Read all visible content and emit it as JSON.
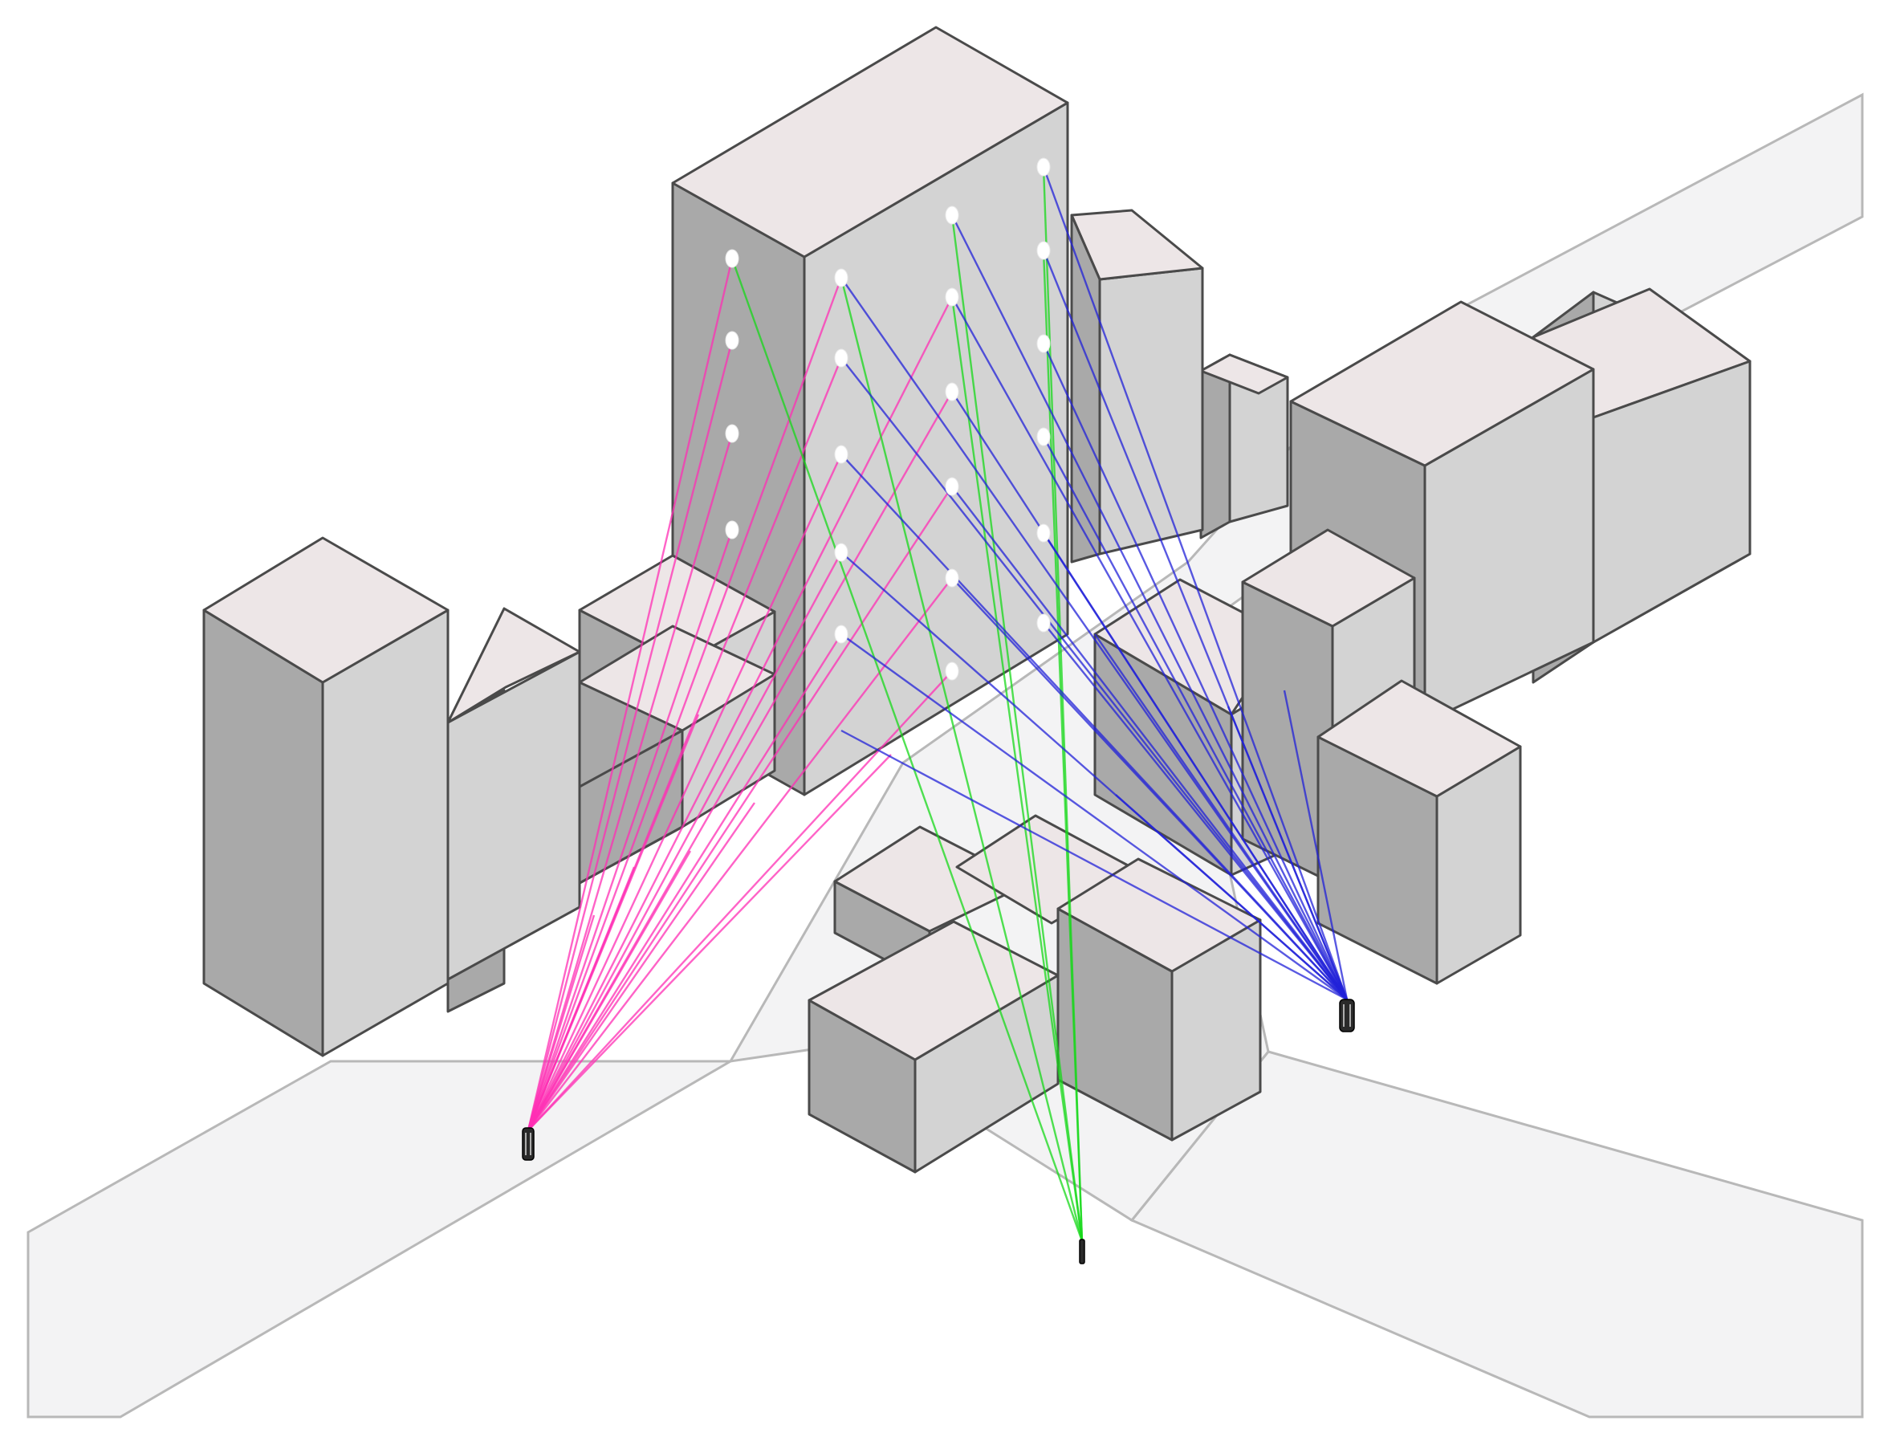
{
  "figure": {
    "kind": "isometric urban block model with signal ray paths",
    "colors": {
      "road": "#f3f3f4",
      "building_top": "#ede6e7",
      "building_left": "#a9a9a9",
      "building_right": "#d3d3d3",
      "ray_magenta": "#ff2fb4",
      "ray_green": "#17d81a",
      "ray_blue": "#2121d8"
    },
    "receivers": [
      {
        "name": "receiver-left",
        "ray_color": "magenta"
      },
      {
        "name": "receiver-center",
        "ray_color": "green"
      },
      {
        "name": "receiver-right",
        "ray_color": "blue"
      }
    ],
    "facade_point_count": 20
  }
}
